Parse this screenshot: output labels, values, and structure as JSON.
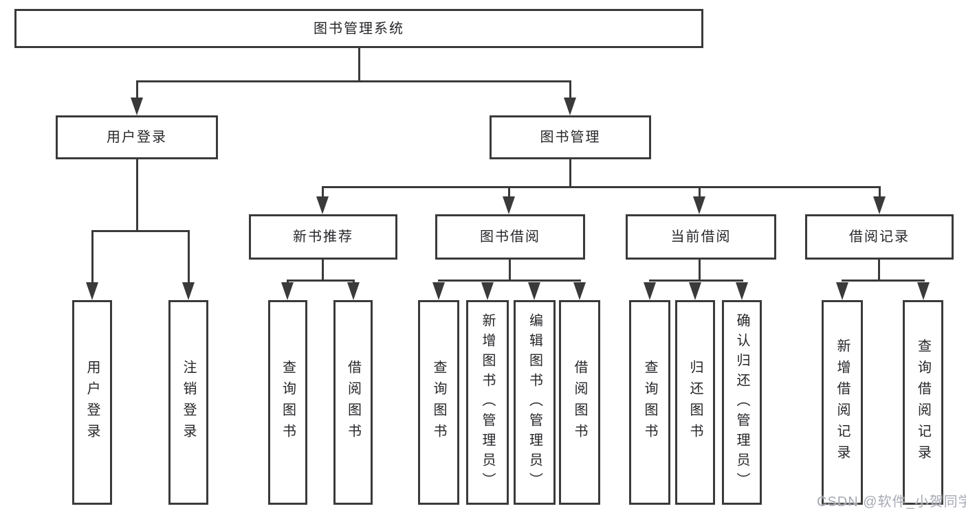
{
  "diagram": {
    "root": "图书管理系统",
    "branches": [
      {
        "label": "用户登录",
        "children": [
          "用户登录",
          "注销登录"
        ]
      },
      {
        "label": "图书管理",
        "sections": [
          {
            "label": "新书推荐",
            "children": [
              "查询图书",
              "借阅图书"
            ]
          },
          {
            "label": "图书借阅",
            "children": [
              "查询图书",
              "新增图书（管理员）",
              "编辑图书（管理员）",
              "借阅图书"
            ]
          },
          {
            "label": "当前借阅",
            "children": [
              "查询图书",
              "归还图书",
              "确认归还（管理员）"
            ]
          },
          {
            "label": "借阅记录",
            "children": [
              "新增借阅记录",
              "查询借阅记录"
            ]
          }
        ]
      }
    ]
  },
  "watermark": "CSDN @软件_小贺同学",
  "colors": {
    "line": "#3a3a3a",
    "text": "#26262a",
    "watermark": "#a6aab4",
    "background": "#ffffff"
  }
}
